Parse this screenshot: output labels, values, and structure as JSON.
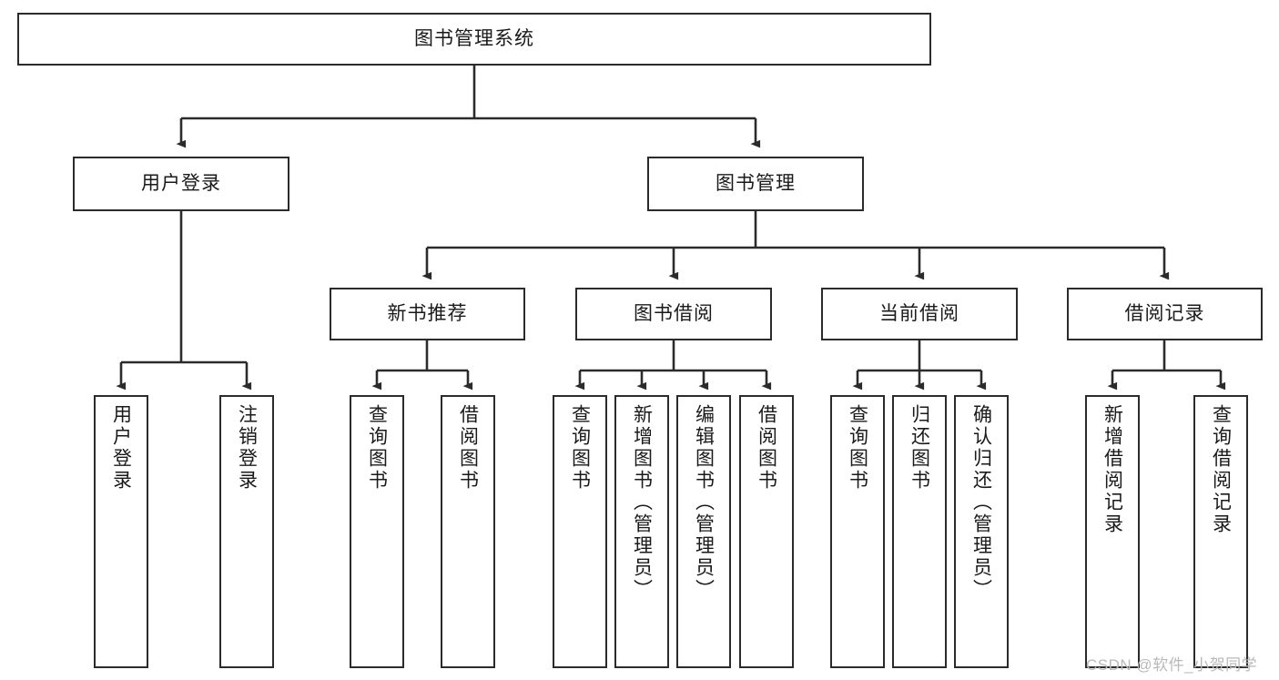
{
  "diagram": {
    "title": "图书管理系统",
    "watermark": "CSDN @软件_小贺同学",
    "root": {
      "id": "root",
      "label": "图书管理系统"
    },
    "level2": [
      {
        "id": "user-login",
        "label": "用户登录"
      },
      {
        "id": "book-manage",
        "label": "图书管理"
      }
    ],
    "level3": [
      {
        "id": "new-book-rec",
        "label": "新书推荐"
      },
      {
        "id": "book-borrow",
        "label": "图书借阅"
      },
      {
        "id": "current-borrow",
        "label": "当前借阅"
      },
      {
        "id": "borrow-record",
        "label": "借阅记录"
      }
    ],
    "leaves": {
      "user_login": [
        {
          "id": "leaf-user-login",
          "label": "用户登录"
        },
        {
          "id": "leaf-logout",
          "label": "注销登录"
        }
      ],
      "new_book_rec": [
        {
          "id": "leaf-query-book-1",
          "label": "查询图书"
        },
        {
          "id": "leaf-borrow-book-1",
          "label": "借阅图书"
        }
      ],
      "book_borrow": [
        {
          "id": "leaf-query-book-2",
          "label": "查询图书"
        },
        {
          "id": "leaf-add-book",
          "label": "新增图书（管理员）"
        },
        {
          "id": "leaf-edit-book",
          "label": "编辑图书（管理员）"
        },
        {
          "id": "leaf-borrow-book-2",
          "label": "借阅图书"
        }
      ],
      "current_borrow": [
        {
          "id": "leaf-query-book-3",
          "label": "查询图书"
        },
        {
          "id": "leaf-return-book",
          "label": "归还图书"
        },
        {
          "id": "leaf-confirm-return",
          "label": "确认归还（管理员）"
        }
      ],
      "borrow_record": [
        {
          "id": "leaf-add-record",
          "label": "新增借阅记录"
        },
        {
          "id": "leaf-query-record",
          "label": "查询借阅记录"
        }
      ]
    },
    "colors": {
      "stroke": "#2b2b2b",
      "fill": "#ffffff",
      "text": "#1a1a1a",
      "watermark": "#b9b9b9"
    }
  }
}
